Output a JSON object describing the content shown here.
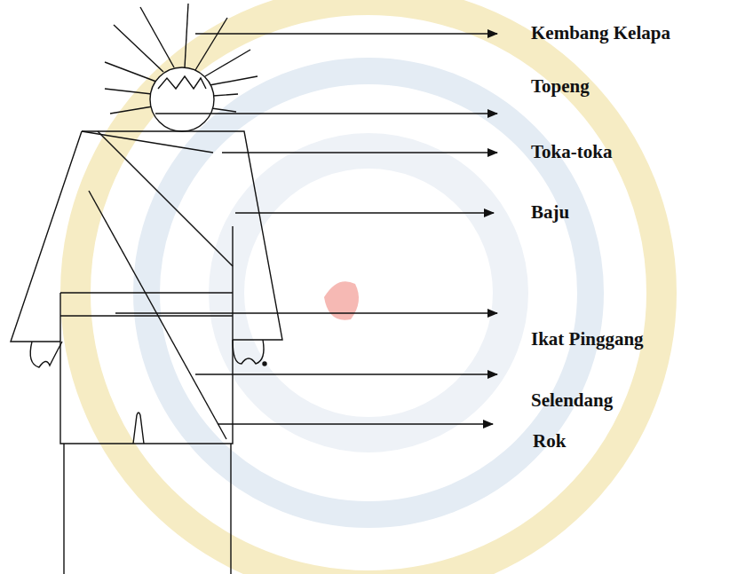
{
  "diagram": {
    "labels": [
      "Kembang Kelapa",
      "Topeng",
      "Toka-toka",
      "Baju",
      "Ikat Pinggang",
      "Selendang",
      "Rok"
    ]
  }
}
